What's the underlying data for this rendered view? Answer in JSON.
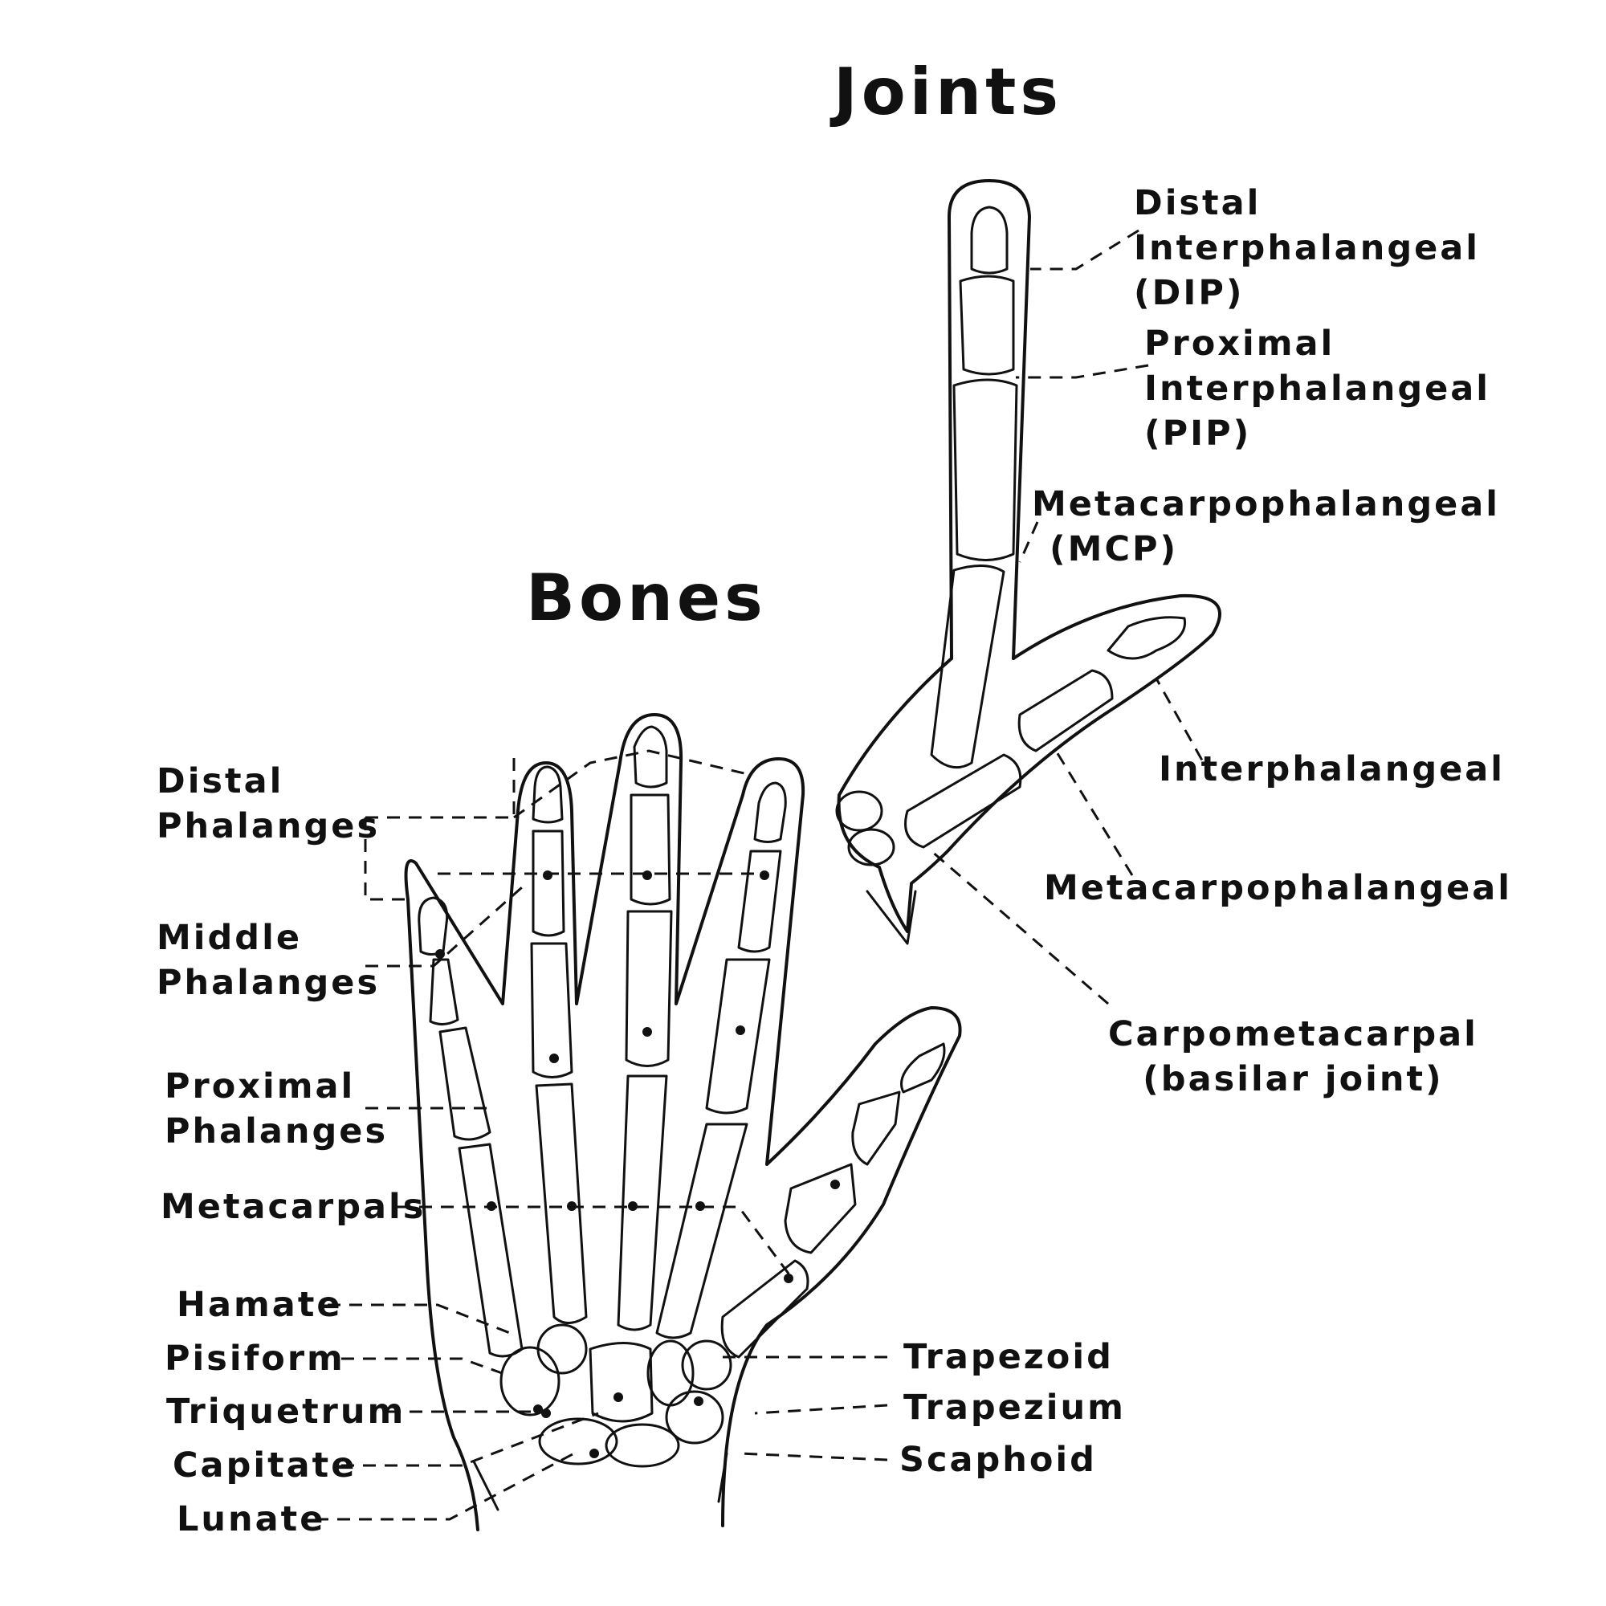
{
  "headings": {
    "joints": "Joints",
    "bones": "Bones"
  },
  "joint_labels": {
    "dip": [
      "Distal",
      "Interphalangeal",
      "(DIP)"
    ],
    "pip": [
      "Proximal",
      "Interphalangeal",
      "(PIP)"
    ],
    "mcp": [
      "Metacarpophalangeal",
      "(MCP)"
    ],
    "thumb_ip": [
      "Interphalangeal"
    ],
    "thumb_mcp": [
      "Metacarpophalangeal"
    ],
    "cmc": [
      "Carpometacarpal",
      "(basilar joint)"
    ]
  },
  "bone_labels": {
    "distal_phalanges": [
      "Distal",
      "Phalanges"
    ],
    "middle_phalanges": [
      "Middle",
      "Phalanges"
    ],
    "proximal_phalanges": [
      "Proximal",
      "Phalanges"
    ],
    "metacarpals": [
      "Metacarpals"
    ],
    "hamate": [
      "Hamate"
    ],
    "pisiform": [
      "Pisiform"
    ],
    "triquetrum": [
      "Triquetrum"
    ],
    "capitate": [
      "Capitate"
    ],
    "lunate": [
      "Lunate"
    ],
    "trapezoid": [
      "Trapezoid"
    ],
    "trapezium": [
      "Trapezium"
    ],
    "scaphoid": [
      "Scaphoid"
    ]
  }
}
